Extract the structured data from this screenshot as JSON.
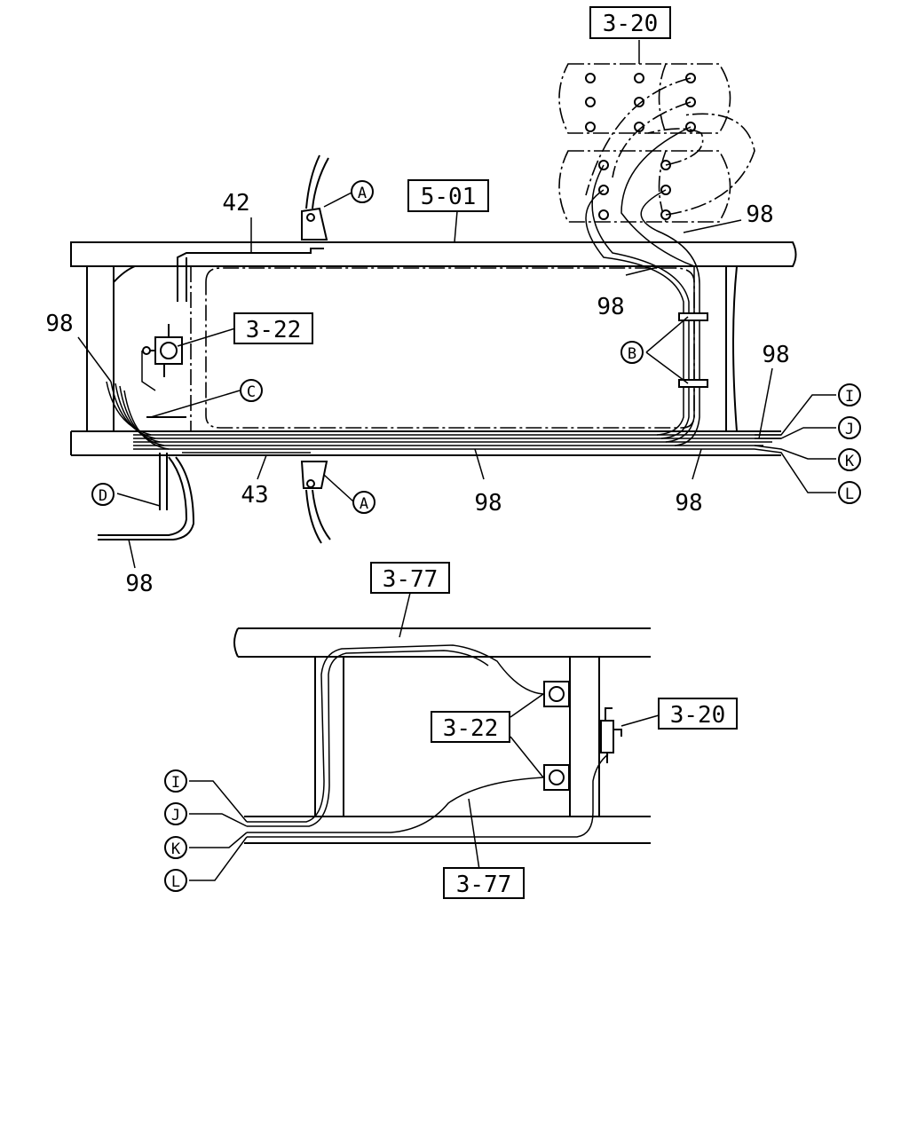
{
  "labels": {
    "ref_3_20_top": "3-20",
    "ref_5_01": "5-01",
    "ref_3_22_top": "3-22",
    "ref_3_77_top": "3-77",
    "ref_3_22_bottom": "3-22",
    "ref_3_20_bottom": "3-20",
    "ref_3_77_bottom": "3-77",
    "num_42": "42",
    "num_43": "43",
    "num_98_left": "98",
    "num_98_upper_right": "98",
    "num_98_mid_right": "98",
    "num_98_right": "98",
    "num_98_bottom_center": "98",
    "num_98_bottom_right": "98",
    "num_98_bottom_left": "98"
  },
  "callouts": {
    "A_top": "A",
    "A_bottom": "A",
    "B": "B",
    "C": "C",
    "D": "D",
    "I_top": "I",
    "J_top": "J",
    "K_top": "K",
    "L_top": "L",
    "I_bottom": "I",
    "J_bottom": "J",
    "K_bottom": "K",
    "L_bottom": "L"
  }
}
